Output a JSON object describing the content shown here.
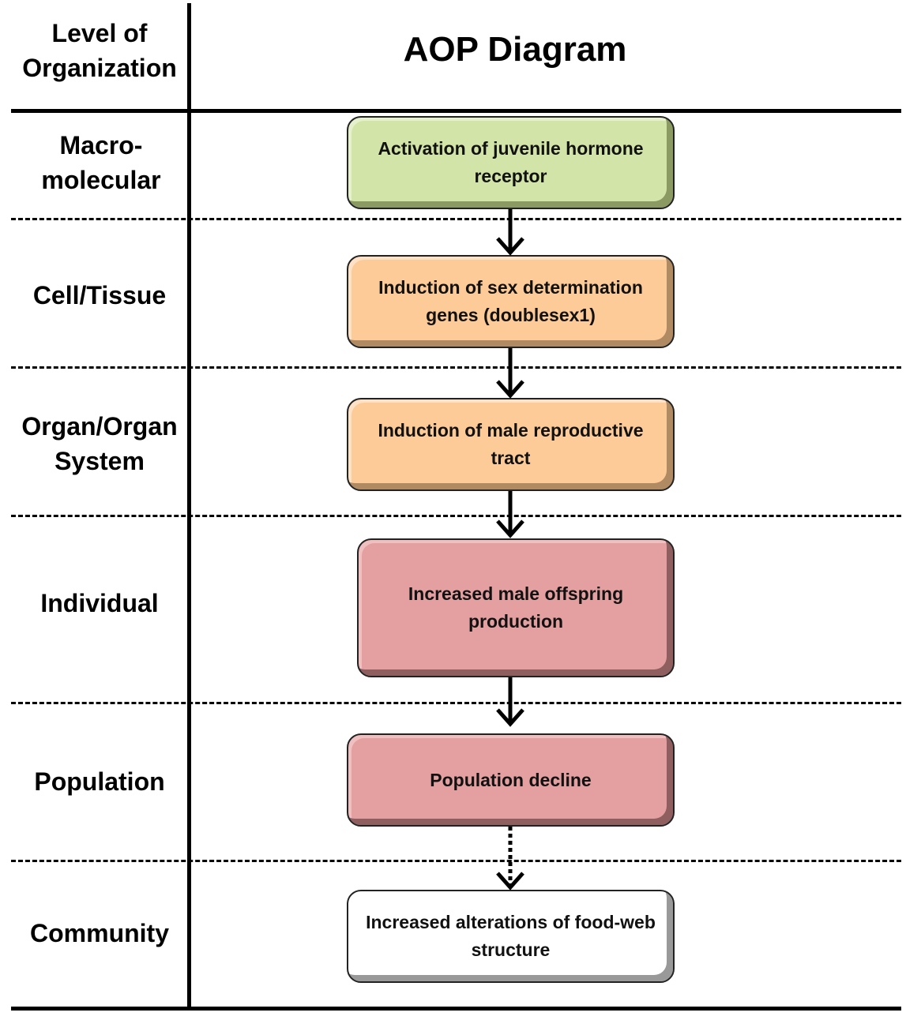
{
  "header": {
    "level_heading": "Level of Organization",
    "title": "AOP Diagram"
  },
  "levels": [
    {
      "label": "Macro-molecular",
      "event": "Activation of juvenile hormone receptor",
      "color": "#d3e4a9"
    },
    {
      "label": "Cell/Tissue",
      "event": "Induction of sex determination genes (doublesex1)",
      "color": "#fdcb98"
    },
    {
      "label": "Organ/Organ System",
      "event": "Induction of male reproductive tract",
      "color": "#fdcb98"
    },
    {
      "label": "Individual",
      "event": "Increased male offspring production",
      "color": "#e4a0a0"
    },
    {
      "label": "Population",
      "event": "Population decline",
      "color": "#e4a0a0"
    },
    {
      "label": "Community",
      "event": "Increased alterations of food-web structure",
      "color": "#ffffff"
    }
  ],
  "arrows": [
    {
      "from": 0,
      "to": 1,
      "style": "solid"
    },
    {
      "from": 1,
      "to": 2,
      "style": "solid"
    },
    {
      "from": 2,
      "to": 3,
      "style": "solid"
    },
    {
      "from": 3,
      "to": 4,
      "style": "solid"
    },
    {
      "from": 4,
      "to": 5,
      "style": "dotted"
    }
  ]
}
